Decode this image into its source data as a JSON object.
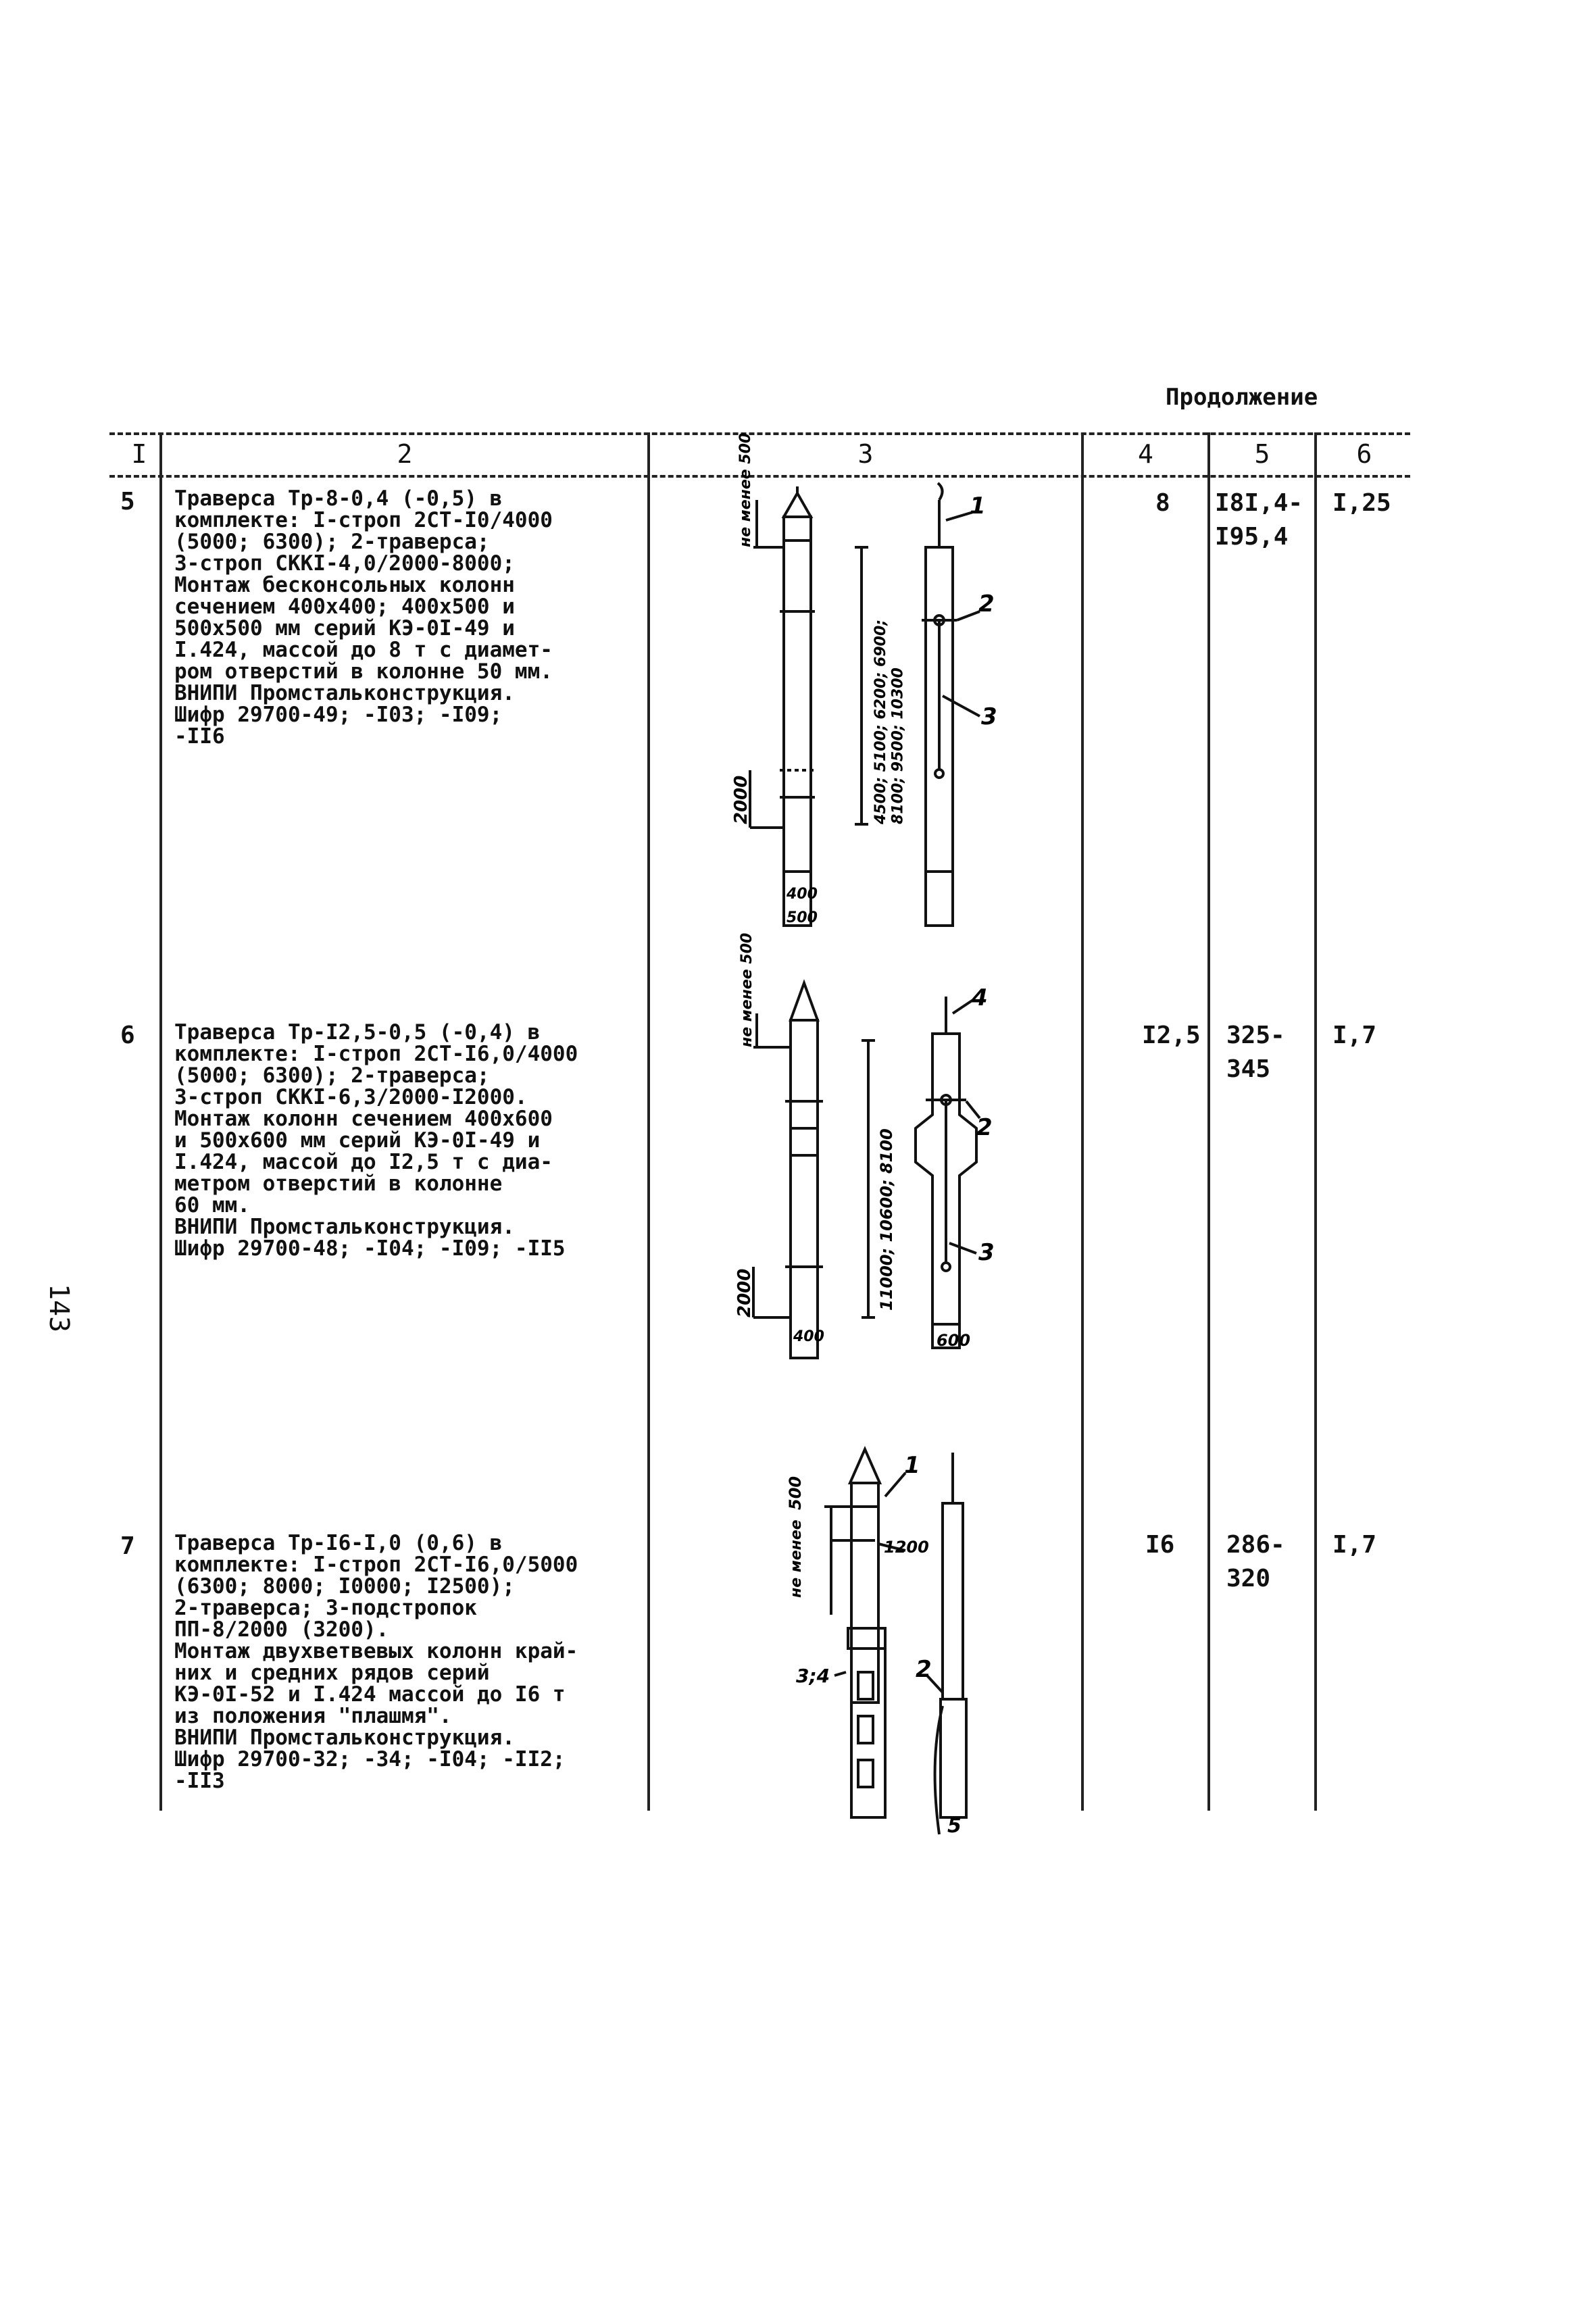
{
  "header": {
    "continuation": "Продолжение",
    "columns": [
      "I",
      "2",
      "3",
      "4",
      "5",
      "6"
    ]
  },
  "page_number": "143",
  "rows": [
    {
      "num": "5",
      "description": "Траверса Тр-8-0,4 (-0,5) в\nкомплекте: I-строп 2СТ-I0/4000\n(5000; 6300); 2-траверса;\n3-строп СККI-4,0/2000-8000;\nМонтаж бесконсольных колонн\nсечением 400x400; 400x500 и\n500x500 мм серий КЭ-0I-49 и\nI.424, массой до 8 т с диамет-\nром отверстий в колонне 50 мм.\nВНИПИ Промстальконструкция.\nШифр 29700-49; -I03; -I09;\n-II6",
      "col4": "8",
      "col5": "I8I,4-\nI95,4",
      "col6": "I,25",
      "figure": {
        "dim_top": "не менее 500",
        "dim_bottom": "2000",
        "dim_length": "4500; 5100; 6200; 6900;\n8100; 9500; 10300",
        "dim_section_a": "400",
        "dim_section_b": "500",
        "callouts": [
          "1",
          "2",
          "3"
        ]
      }
    },
    {
      "num": "6",
      "description": "Траверса Тр-I2,5-0,5 (-0,4) в\nкомплекте: I-строп 2СТ-I6,0/4000\n(5000; 6300); 2-траверса;\n3-строп СККI-6,3/2000-I2000.\nМонтаж колонн сечением 400x600\nи 500x600 мм серий КЭ-0I-49 и\nI.424, массой до I2,5 т с диа-\nметром отверстий в колонне\n60 мм.\nВНИПИ Промстальконструкция.\nШифр 29700-48; -I04; -I09; -II5",
      "col4": "I2,5",
      "col5": "325-\n345",
      "col6": "I,7",
      "figure": {
        "dim_top": "не менее 500",
        "dim_bottom": "2000",
        "dim_length": "11000; 10600; 8100",
        "dim_section_a": "400",
        "dim_section_b": "600",
        "callouts": [
          "4",
          "2",
          "3"
        ]
      }
    },
    {
      "num": "7",
      "description": "Траверса Тр-I6-I,0 (0,6) в\nкомплекте: I-строп 2СТ-I6,0/5000\n(6300; 8000; I0000; I2500);\n2-траверса; 3-подстропок\nПП-8/2000 (3200).\nМонтаж двухветвевых колонн край-\nних и средних рядов серий\nКЭ-0I-52 и I.424 массой до I6 т\nиз положения \"плашмя\".\nВНИПИ Промстальконструкция.\nШифр 29700-32; -34; -I04; -II2;\n-II3",
      "col4": "I6",
      "col5": "286-\n320",
      "col6": "I,7",
      "figure": {
        "dim_top": "500",
        "dim_mid": "не менее",
        "dim_width": "1200",
        "callouts": [
          "1",
          "2",
          "3;4",
          "5"
        ]
      }
    }
  ]
}
